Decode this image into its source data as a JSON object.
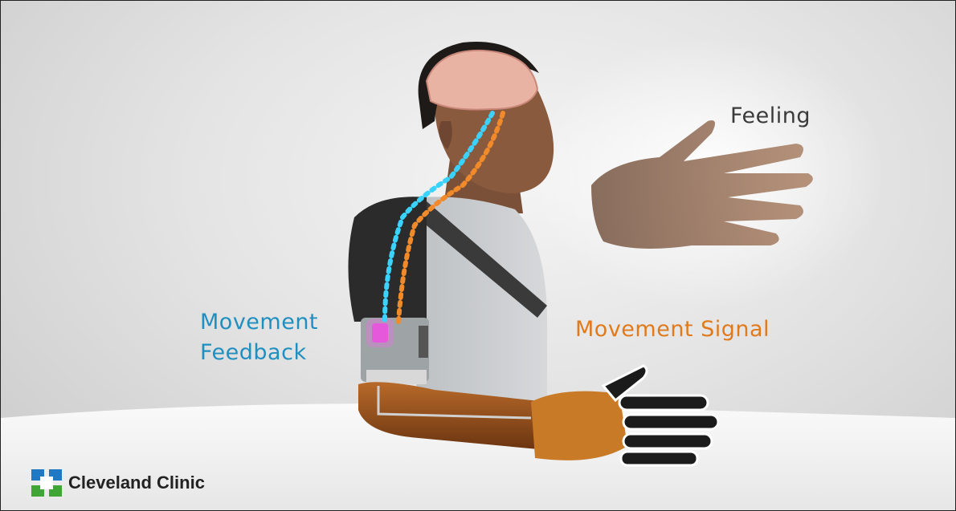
{
  "labels": {
    "feeling": "Feeling",
    "movement_feedback_line1": "Movement",
    "movement_feedback_line2": "Feedback",
    "movement_signal": "Movement Signal"
  },
  "logo": {
    "text": "Cleveland Clinic"
  },
  "colors": {
    "feedback_blue": "#1f8fc0",
    "signal_orange": "#e07a1c",
    "logo_blue": "#1f79c4",
    "logo_green": "#3fa535"
  }
}
